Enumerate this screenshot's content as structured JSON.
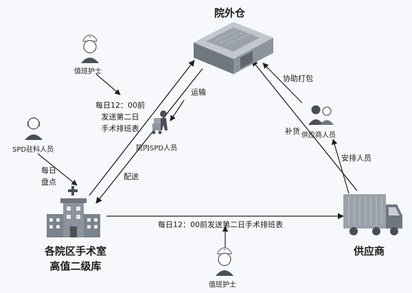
{
  "nodes": {
    "warehouse": "院外仓",
    "or_store_line1": "各院区手术室",
    "or_store_line2": "高值二级库",
    "supplier": "供应商"
  },
  "actors": {
    "nurse_top": "值班护士",
    "nurse_bottom": "值班护士",
    "spd_resident": "SPD驻科人员",
    "spd_inhouse": "院内SPD人员",
    "supplier_staff": "供应商人员"
  },
  "labels": {
    "schedule_top_l1": "每日12：00前",
    "schedule_top_l2": "发送第二日",
    "schedule_top_l3": "手术排班表",
    "daily_count_l1": "每日",
    "daily_count_l2": "盘点",
    "transport": "运输",
    "delivery": "配送",
    "help_pack": "协助打包",
    "replenish": "补货",
    "arrange_staff": "安排人员",
    "schedule_bottom": "每日12：00前发送第二日手术排班表"
  },
  "colors": {
    "arrow": "#1f1f1f",
    "building": "#8a929c",
    "person": "#4a4f56",
    "nurse_cap": "#ffffff"
  }
}
